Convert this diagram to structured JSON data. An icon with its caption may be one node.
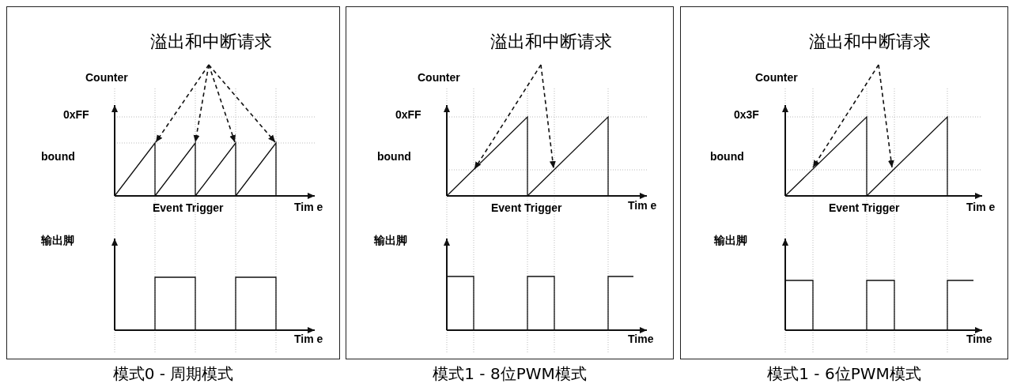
{
  "diagram": {
    "nodes": [
      {
        "text": [
          "模式0 - 周期模式"
        ]
      },
      {
        "text": [
          "溢出和中断请求"
        ],
        "in": 0
      },
      {
        "text": [],
        "shape": "waveform",
        "in": 0
      },
      {
        "text": [
          "模式1 - 8位PWM模式"
        ]
      },
      {
        "text": [
          "溢出和中断请求"
        ],
        "in": 3
      },
      {
        "text": [],
        "shape": "waveform",
        "in": 3
      },
      {
        "text": [
          "模式1 - 6位PWM模式"
        ]
      },
      {
        "text": [
          "溢出和中断请求"
        ],
        "in": 6
      },
      {
        "text": [],
        "shape": "waveform",
        "in": 6
      }
    ],
    "edges": [
      {
        "from": 1,
        "to": 2,
        "arrow": "to",
        "style": "dashed"
      },
      {
        "from": 1,
        "to": 2,
        "arrow": "to",
        "style": "dashed"
      },
      {
        "from": 1,
        "to": 2,
        "arrow": "to",
        "style": "dashed"
      },
      {
        "from": 1,
        "to": 2,
        "arrow": "to",
        "style": "dashed"
      },
      {
        "from": 4,
        "to": 5,
        "arrow": "to",
        "style": "dashed"
      },
      {
        "from": 4,
        "to": 5,
        "arrow": "to",
        "style": "dashed"
      },
      {
        "from": 7,
        "to": 8,
        "arrow": "to",
        "style": "dashed"
      },
      {
        "from": 7,
        "to": 8,
        "arrow": "to",
        "style": "dashed"
      }
    ],
    "labels": [
      "Counter",
      "0xFF",
      "bound",
      "Event Trigger",
      "Tim e",
      "输出脚",
      "Tim e",
      "Counter",
      "0xFF",
      "bound",
      "Event Trigger",
      "Tim e",
      "输出脚",
      "Time",
      "Counter",
      "0x3F",
      "bound",
      "Event Trigger",
      "Tim e",
      "输出脚",
      "Time"
    ]
  }
}
